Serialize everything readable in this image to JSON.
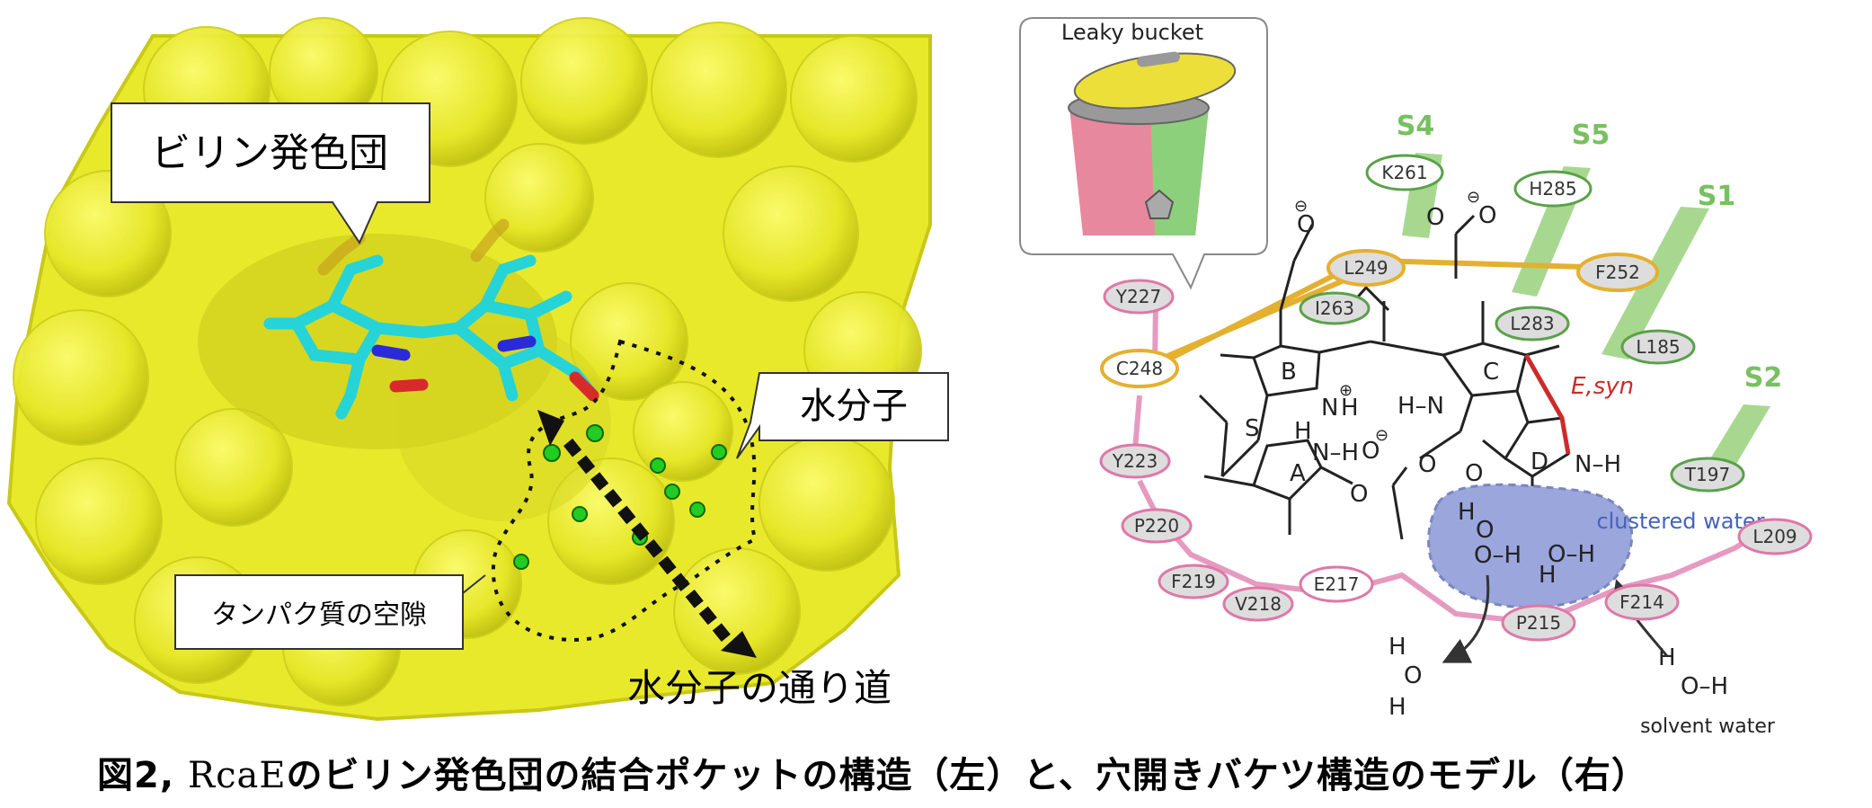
{
  "left_panel": {
    "callout_bilin": "ビリン発色団",
    "callout_water": "水分子",
    "callout_cavity": "タンパク質の空隙",
    "path_label": "水分子の通り道"
  },
  "right_panel": {
    "bucket_label": "Leaky bucket",
    "strands": [
      "S4",
      "S5",
      "S1",
      "S2"
    ],
    "green_residues": [
      "K261",
      "H285",
      "I263",
      "L283",
      "L185",
      "T197"
    ],
    "pink_residues": [
      "Y227",
      "Y223",
      "P220",
      "F219",
      "V218",
      "E217",
      "P215",
      "F214",
      "L209"
    ],
    "yellow_residues": [
      "L249",
      "F252",
      "C248"
    ],
    "rings": [
      "A",
      "B",
      "C",
      "D"
    ],
    "isomer_label": "E,syn",
    "clustered_water": "clustered water",
    "solvent_water": "solvent water",
    "atoms": {
      "O": "O",
      "N": "N",
      "H": "H",
      "S": "S",
      "NH": "N–H",
      "OH": "O–H",
      "HN": "H–N",
      "minus": "⊖",
      "plus": "⊕"
    }
  },
  "caption": {
    "prefix": "図2, ",
    "protein": "RcaE",
    "suffix": "のビリン発色団の結合ポケットの構造（左）と、穴開きバケツ構造のモデル（右）"
  },
  "colors": {
    "surface": "#ecec2a",
    "ligand": "#26d3d6",
    "water_dot": "#22cc22",
    "strand_green": "#a8d890",
    "residue_green_border": "#5aa14a",
    "residue_pink_border": "#de78a8",
    "residue_yellow_border": "#e4b030",
    "water_cloud": "#9aa6dc",
    "red": "#cc2b2b",
    "water_text_blue": "#4763b8"
  }
}
